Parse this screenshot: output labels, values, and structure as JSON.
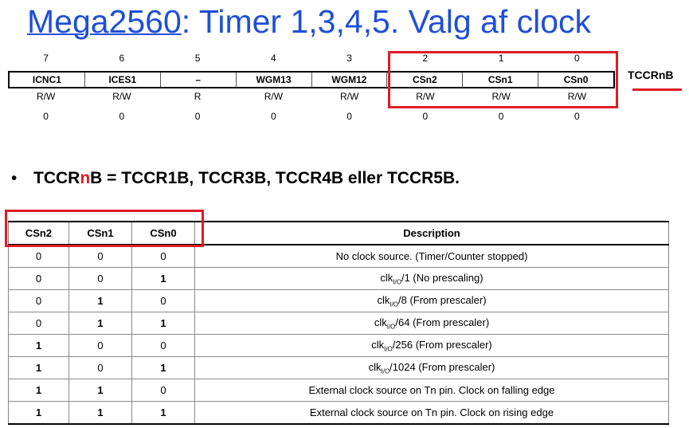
{
  "title": {
    "link": "Mega2560",
    "rest": ": Timer 1,3,4,5. Valg af clock"
  },
  "register": {
    "name": "TCCRnB",
    "bits": [
      "7",
      "6",
      "5",
      "4",
      "3",
      "2",
      "1",
      "0"
    ],
    "fields": [
      "ICNC1",
      "ICES1",
      "–",
      "WGM13",
      "WGM12",
      "CSn2",
      "CSn1",
      "CSn0"
    ],
    "rw": [
      "R/W",
      "R/W",
      "R",
      "R/W",
      "R/W",
      "R/W",
      "R/W",
      "R/W"
    ],
    "initial": [
      "0",
      "0",
      "0",
      "0",
      "0",
      "0",
      "0",
      "0"
    ]
  },
  "bullet": {
    "pre": "TCCR",
    "n": "n",
    "post": "B = TCCR1B, TCCR3B, TCCR4B eller TCCR5B."
  },
  "table": {
    "headers": [
      "CSn2",
      "CSn1",
      "CSn0",
      "Description"
    ],
    "rows": [
      {
        "c2": "0",
        "c1": "0",
        "c0": "0",
        "desc": "No clock source. (Timer/Counter stopped)"
      },
      {
        "c2": "0",
        "c1": "0",
        "c0": "1",
        "pre": "clk",
        "sub": "I/O",
        "post": "/1 (No prescaling)"
      },
      {
        "c2": "0",
        "c1": "1",
        "c0": "0",
        "pre": "clk",
        "sub": "I/O",
        "post": "/8 (From prescaler)"
      },
      {
        "c2": "0",
        "c1": "1",
        "c0": "1",
        "pre": "clk",
        "sub": "I/O",
        "post": "/64 (From prescaler)"
      },
      {
        "c2": "1",
        "c1": "0",
        "c0": "0",
        "pre": "clk",
        "sub": "I/O",
        "post": "/256 (From prescaler)"
      },
      {
        "c2": "1",
        "c1": "0",
        "c0": "1",
        "pre": "clk",
        "sub": "I/O",
        "post": "/1024 (From prescaler)"
      },
      {
        "c2": "1",
        "c1": "1",
        "c0": "0",
        "desc": "External clock source on Tn pin. Clock on falling edge"
      },
      {
        "c2": "1",
        "c1": "1",
        "c0": "1",
        "desc": "External clock source on Tn pin. Clock on rising edge"
      }
    ]
  },
  "colors": {
    "title": "#1f4fd8",
    "highlight": "#e01b24"
  }
}
